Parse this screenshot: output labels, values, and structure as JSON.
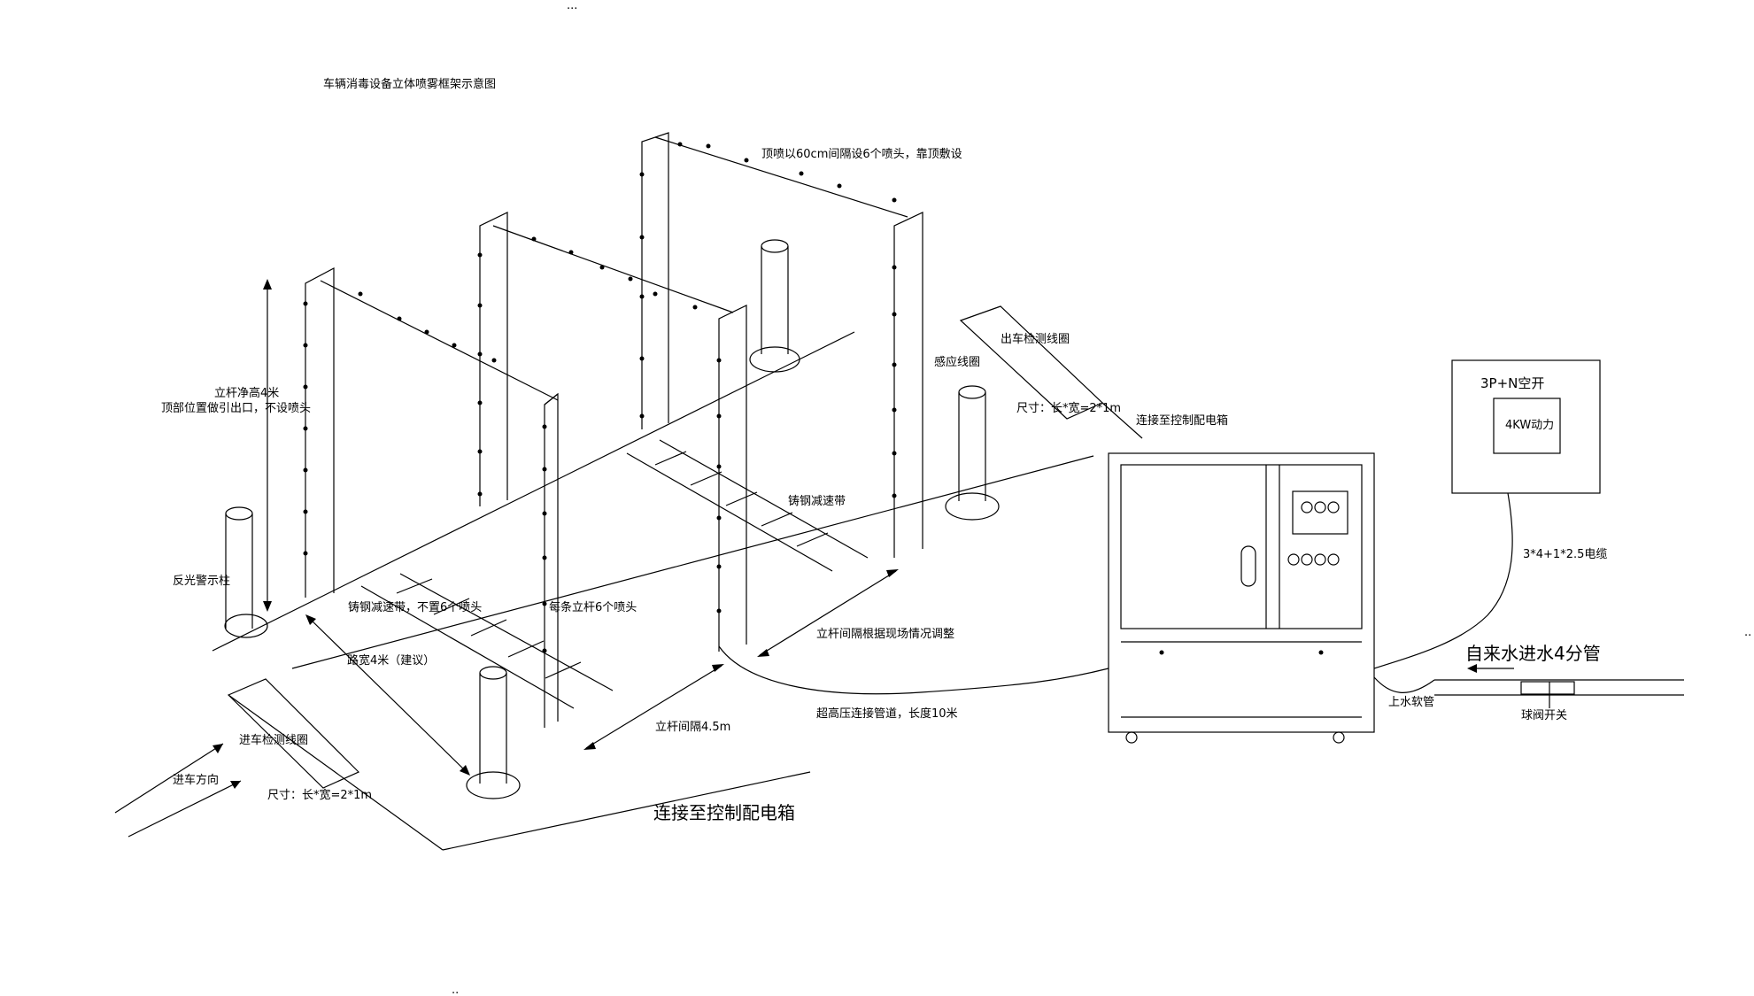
{
  "title": "车辆消毒设备立体喷雾框架示意图",
  "marks": {
    "top_dots": "···",
    "bottom_dots": "··",
    "right_dots": "··"
  },
  "labels": {
    "top_spray": "顶喷以60cm间隔设6个喷头，靠顶敷设",
    "exit_loop": "出车检测线圈",
    "induction_loop": "感应线圈",
    "exit_size": "尺寸：长*宽=2*1m",
    "connect_box_top": "连接至控制配电箱",
    "pole_height": "立杆净高4米",
    "pole_top_note": "顶部位置做引出口，不设喷头",
    "cast_steel_bump_right": "铸钢减速带",
    "reflective_post": "反光警示柱",
    "cast_steel_bump_left": "铸钢减速带，不置6个喷头",
    "pole_6_nozzles": "每条立杆6个喷头",
    "pole_spacing_adjust": "立杆间隔根据现场情况调整",
    "road_width": "路宽4米（建议）",
    "entry_loop": "进车检测线圈",
    "pole_spacing": "立杆间隔4.5m",
    "hp_pipe": "超高压连接管道，长度10米",
    "entry_direction": "进车方向",
    "entry_size": "尺寸：长*宽=2*1m",
    "connect_box_bottom": "连接至控制配电箱",
    "breaker_title": "3P+N空开",
    "breaker_power": "4KW动力",
    "cable": "3*4+1*2.5电缆",
    "tap_water": "自来水进水4分管",
    "hose": "上水软管",
    "ball_valve": "球阀开关"
  }
}
